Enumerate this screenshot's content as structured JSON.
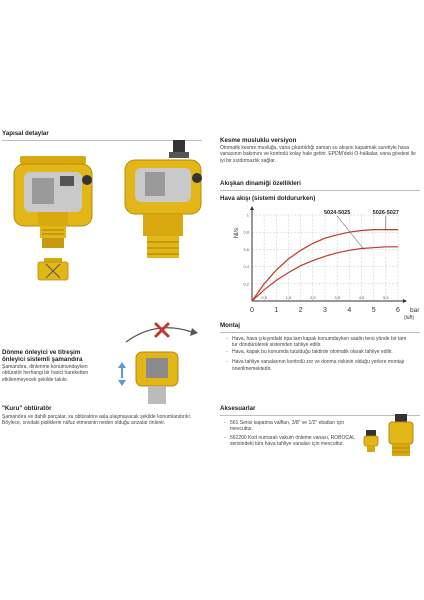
{
  "left": {
    "structure_title": "Yapısal detaylar",
    "anti_rotation_title": "Dönme önleyici ve titreşim önleyici sistemli şamandıra",
    "anti_rotation_text": "Şamandıra, dinlenme konumundayken obtüratör herhangi bir harici hareketten etkilenmeyecek şekilde takılır.",
    "dry_title": "\"Kuru\" obtüratör",
    "dry_text": "Şamandıra ve dahili parçalar, su obtüratöre asla ulaşmayacak şekilde konumlandırılır. Böylece, sıvıdaki pisliklerin nüfuz etmesinin neden olduğu arızalar önlenir."
  },
  "right": {
    "shutoff_title": "Kesme musluklu versiyon",
    "shutoff_text": "Otomatik kesme musluğu, vana çıkartıldığı zaman su akışını kapatmak suretiyle hava vanasının bakımını ve kontrolü kolay hale getirir. EPDM'deki O-halkalar, vana gövdesi ile iyi bir sızdırmazlık sağlar.",
    "flow_title": "Akışkan dinamiği özellikleri",
    "airflow_title": "Hava akışı (sistemi doldururken)",
    "mount_title": "Montaj",
    "mount_items": [
      "Hava, hava çıkışındaki tıpa tam kapalı konumdayken saatin tersi yönde bir tam tur döndürülerek sistemden tahliye edilir.",
      "Hava, kapak bu konumda tutulduğu taktirde otomatik olarak tahliye edilir.",
      "Hava tahliye vanalarının kontrolü zor ve donma riskinin olduğu yerlere montajı önerilmemektedir."
    ],
    "acc_title": "Aksesuarlar",
    "acc_items": [
      "561 Serisi kapatma valfları, 3/8\" ve 1/2\" ebatları için mevcuttur.",
      "562200 Kod numaralı vakum önleme vanası, ROBOCAL serisindeki tüm hava tahliye vanaları için mevcuttur."
    ]
  },
  "chart_data": {
    "type": "line",
    "ylabel": "Nl/s",
    "xunit": "bar",
    "xunit2": "(luft)",
    "xlim": [
      0,
      6
    ],
    "ylim": [
      0,
      1
    ],
    "xticks": [
      "0",
      "1",
      "2",
      "3",
      "4",
      "5",
      "6"
    ],
    "xticks_minor": [
      "0,5",
      "1,5",
      "2,5",
      "3,5",
      "4,5",
      "5,5"
    ],
    "yticks": [
      "0,2",
      "0,4",
      "0,6",
      "0,8",
      "1"
    ],
    "series": [
      {
        "name": "5024-5025",
        "x": [
          0,
          0.5,
          1,
          1.5,
          2,
          2.5,
          3,
          3.5,
          4,
          4.5,
          5,
          5.5,
          6
        ],
        "y": [
          0,
          0.13,
          0.24,
          0.33,
          0.41,
          0.47,
          0.52,
          0.56,
          0.59,
          0.61,
          0.62,
          0.63,
          0.63
        ]
      },
      {
        "name": "5026-5027",
        "x": [
          0,
          0.5,
          1,
          1.5,
          2,
          2.5,
          3,
          3.5,
          4,
          4.5,
          5,
          5.5,
          6
        ],
        "y": [
          0,
          0.2,
          0.36,
          0.49,
          0.59,
          0.67,
          0.73,
          0.77,
          0.8,
          0.82,
          0.83,
          0.83,
          0.83
        ]
      }
    ],
    "colors": {
      "line": "#c0392b",
      "grid": "#c8c8c8"
    },
    "grid": true
  },
  "colors": {
    "brass": "#e2b617",
    "brass_dark": "#b58a0c",
    "red": "#c0392b"
  }
}
